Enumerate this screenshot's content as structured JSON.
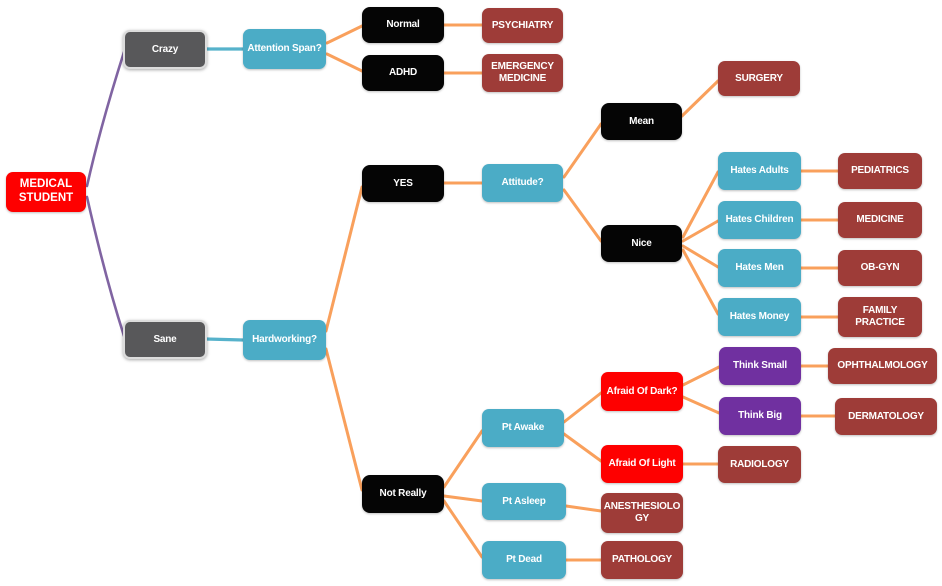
{
  "title": "Medical student specialty decision tree",
  "colors": {
    "canvas_bg": "#FFFFFF",
    "decision_black": "#050505",
    "question_blue": "#4BACC6",
    "category_gray": "#58585A",
    "specialty_maroon": "#9E3C38",
    "alert_red": "#FE0000",
    "choice_purple": "#7030A0",
    "line_orange": "#F9A05C",
    "line_blue": "#56B2CB",
    "line_purple": "#8064A2",
    "node_text": "#FFFFFF"
  },
  "nodes": {
    "medical_student": {
      "label": "MEDICAL STUDENT"
    },
    "crazy": {
      "label": "Crazy"
    },
    "sane": {
      "label": "Sane"
    },
    "attention_span": {
      "label": "Attention Span?"
    },
    "hardworking": {
      "label": "Hardworking?"
    },
    "normal": {
      "label": "Normal"
    },
    "adhd": {
      "label": "ADHD"
    },
    "psychiatry": {
      "label": "PSYCHIATRY"
    },
    "emergency_medicine": {
      "label": "EMERGENCY MEDICINE"
    },
    "yes": {
      "label": "YES"
    },
    "attitude": {
      "label": "Attitude?"
    },
    "mean": {
      "label": "Mean"
    },
    "nice": {
      "label": "Nice"
    },
    "surgery": {
      "label": "SURGERY"
    },
    "hates_adults": {
      "label": "Hates Adults"
    },
    "hates_children": {
      "label": "Hates Children"
    },
    "hates_men": {
      "label": "Hates Men"
    },
    "hates_money": {
      "label": "Hates Money"
    },
    "pediatrics": {
      "label": "PEDIATRICS"
    },
    "medicine": {
      "label": "MEDICINE"
    },
    "ob_gyn": {
      "label": "OB-GYN"
    },
    "family_practice": {
      "label": "FAMILY PRACTICE"
    },
    "not_really": {
      "label": "Not Really"
    },
    "pt_awake": {
      "label": "Pt Awake"
    },
    "pt_asleep": {
      "label": "Pt Asleep"
    },
    "pt_dead": {
      "label": "Pt Dead"
    },
    "afraid_dark": {
      "label": "Afraid Of Dark?"
    },
    "afraid_light": {
      "label": "Afraid Of Light"
    },
    "think_small": {
      "label": "Think Small"
    },
    "think_big": {
      "label": "Think Big"
    },
    "ophthalmology": {
      "label": "OPHTHALMOLOGY"
    },
    "dermatology": {
      "label": "DERMATOLOGY"
    },
    "radiology": {
      "label": "RADIOLOGY"
    },
    "anesthesiology": {
      "label": "ANESTHESIOLOGY"
    },
    "pathology": {
      "label": "PATHOLOGY"
    }
  }
}
